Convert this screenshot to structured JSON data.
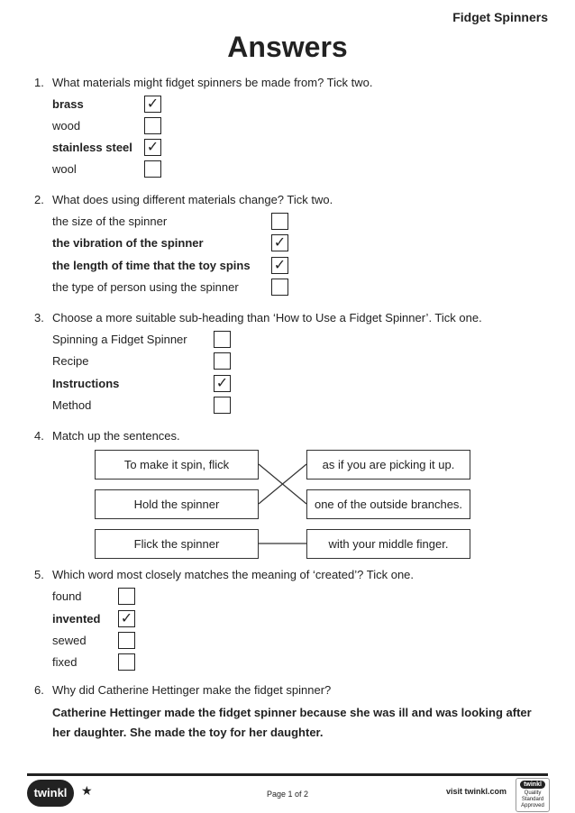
{
  "header": {
    "topic": "Fidget Spinners",
    "title": "Answers"
  },
  "q1": {
    "number": "1.",
    "text": "What materials might fidget spinners be made from? Tick two.",
    "options": [
      {
        "label": "brass",
        "ticked": true
      },
      {
        "label": "wood",
        "ticked": false
      },
      {
        "label": "stainless steel",
        "ticked": true
      },
      {
        "label": "wool",
        "ticked": false
      }
    ]
  },
  "q2": {
    "number": "2.",
    "text": "What does using different materials change? Tick two.",
    "options": [
      {
        "label": "the size of the spinner",
        "ticked": false
      },
      {
        "label": "the vibration of the spinner",
        "ticked": true
      },
      {
        "label": "the length  of time that the toy spins",
        "ticked": true
      },
      {
        "label": "the type of person using the spinner",
        "ticked": false
      }
    ]
  },
  "q3": {
    "number": "3.",
    "text": "Choose a more suitable sub-heading than ‘How to Use a Fidget Spinner’. Tick one.",
    "options": [
      {
        "label": "Spinning a Fidget Spinner",
        "ticked": false
      },
      {
        "label": "Recipe",
        "ticked": false
      },
      {
        "label": "Instructions",
        "ticked": true
      },
      {
        "label": "Method",
        "ticked": false
      }
    ]
  },
  "q4": {
    "number": "4.",
    "text": "Match up the sentences.",
    "left": [
      "To make it spin, flick",
      "Hold the spinner",
      "Flick the spinner"
    ],
    "right": [
      "as if you are picking it up.",
      "one of the outside branches.",
      "with your middle finger."
    ],
    "matches": [
      [
        0,
        1
      ],
      [
        1,
        0
      ],
      [
        2,
        2
      ]
    ]
  },
  "q5": {
    "number": "5.",
    "text": "Which word most closely matches the meaning of ‘created’? Tick one.",
    "options": [
      {
        "label": "found",
        "ticked": false
      },
      {
        "label": "invented",
        "ticked": true
      },
      {
        "label": "sewed",
        "ticked": false
      },
      {
        "label": "fixed",
        "ticked": false
      }
    ]
  },
  "q6": {
    "number": "6.",
    "text": "Why did Catherine Hettinger make the fidget spinner?",
    "answer_line1": "Catherine Hettinger made the fidget spinner because she was ill and was looking after",
    "answer_line2": "her daughter. She made the toy for her daughter."
  },
  "tick_mark": "✓",
  "footer": {
    "logo": "twinkl",
    "page": "Page 1 of 2",
    "visit": "visit twinkl.com",
    "badge_logo": "twinkl",
    "badge_text": "Quality Standard Approved"
  }
}
